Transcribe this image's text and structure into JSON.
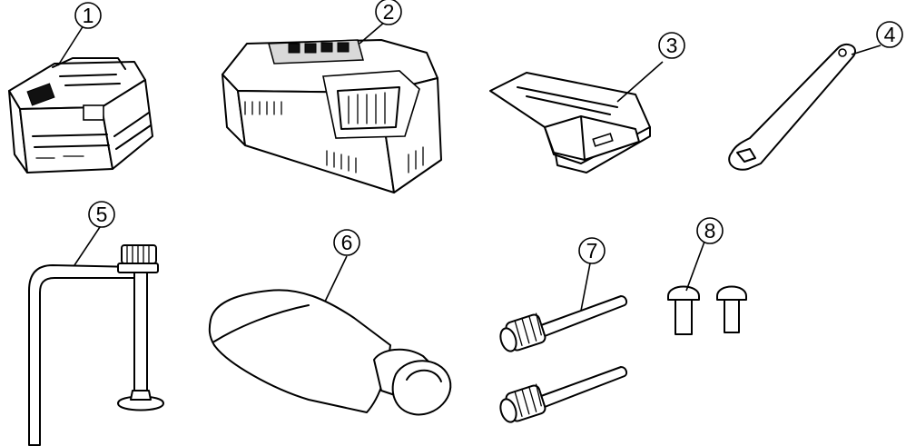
{
  "diagram": {
    "parts": [
      {
        "number": "1",
        "icon": "battery-pack-icon"
      },
      {
        "number": "2",
        "icon": "charger-icon"
      },
      {
        "number": "3",
        "icon": "battery-cover-icon"
      },
      {
        "number": "4",
        "icon": "wrench-icon"
      },
      {
        "number": "5",
        "icon": "l-bar-tool-icon"
      },
      {
        "number": "6",
        "icon": "oil-bottle-icon"
      },
      {
        "number": "7",
        "icon": "pin-screw-icon"
      },
      {
        "number": "8",
        "icon": "bolt-icon"
      }
    ]
  }
}
